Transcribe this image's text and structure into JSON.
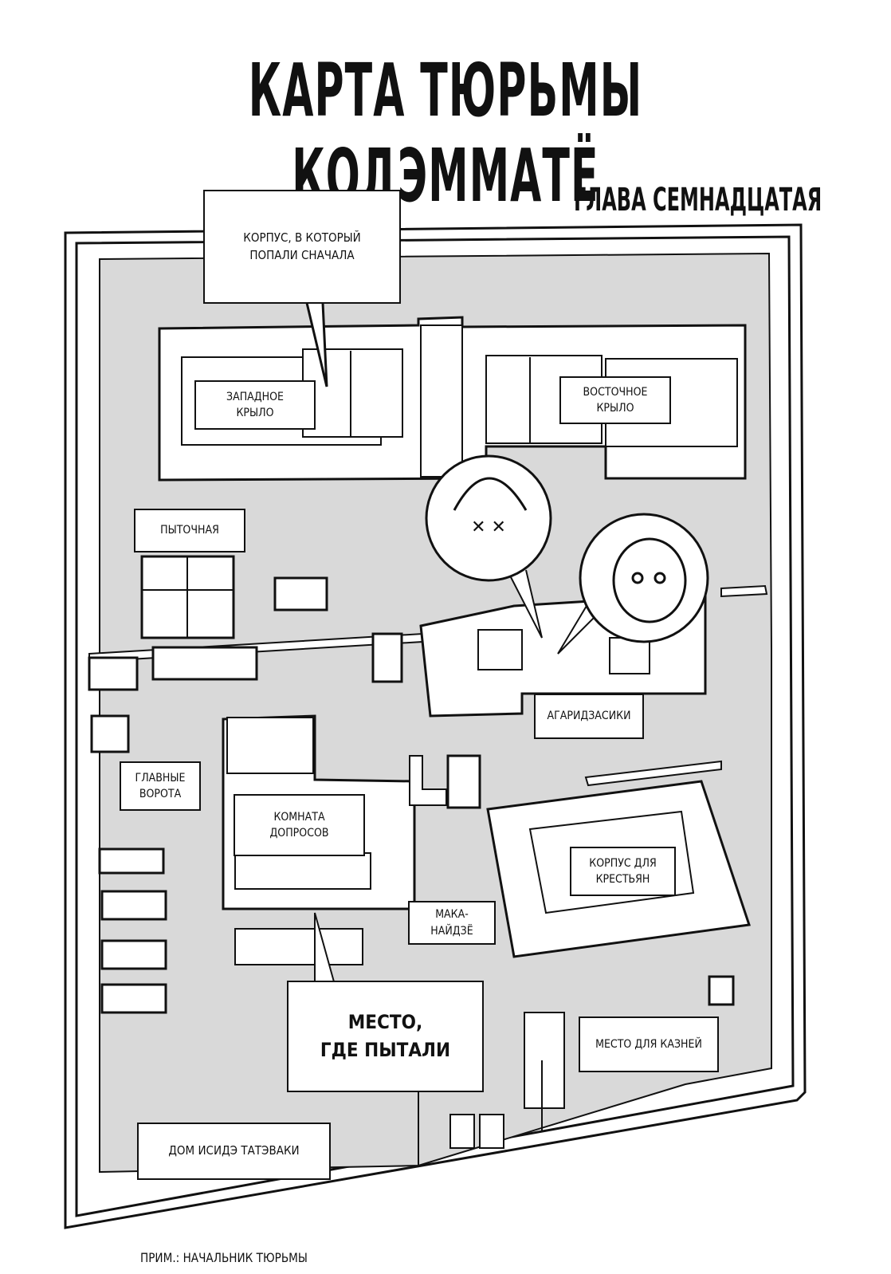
{
  "title": "КАРТА ТЮРЬМЫ КОДЭММАТЁ",
  "chapter": "ГЛАВА СЕМНАДЦАТАЯ",
  "labels": {
    "first_block": "КОРПУС, В КОТОРЫЙ\nПОПАЛИ СНАЧАЛА",
    "west_wing": "ЗАПАДНОЕ\nКРЫЛО",
    "east_wing": "ВОСТОЧНОЕ\nКРЫЛО",
    "torture_room": "ПЫТОЧНАЯ",
    "agaridzasiki": "АГАРИДЗАСИКИ",
    "main_gate": "ГЛАВНЫЕ\nВОРОТА",
    "interrogation_room": "КОМНАТА\nДОПРОСОВ",
    "peasant_block": "КОРПУС ДЛЯ\nКРЕСТЬЯН",
    "makanaidze": "МАКА-\nНАЙДЗЁ",
    "torture_place": "МЕСТО,\nГДЕ ПЫТАЛИ",
    "execution_place": "МЕСТО ДЛЯ КАЗНЕЙ",
    "ishide_house": "ДОМ ИСИДЭ ТАТЭВАКИ"
  },
  "footnote": "ПРИМ.: НАЧАЛЬНИК ТЮРЬМЫ",
  "colors": {
    "ground": "#d9d9d9",
    "line": "#111111",
    "paper": "#ffffff"
  }
}
